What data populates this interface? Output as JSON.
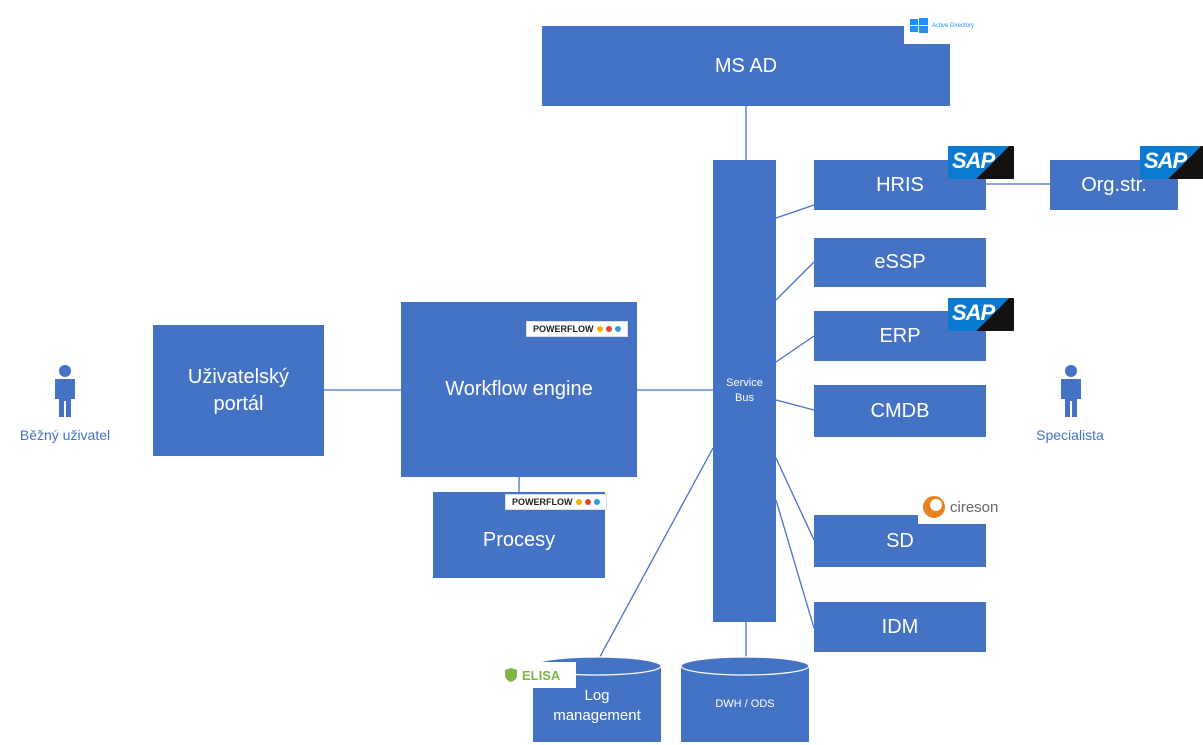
{
  "nodes": {
    "ms_ad": "MS AD",
    "hris": "HRIS",
    "org_str": "Org.str.",
    "essp": "eSSP",
    "erp": "ERP",
    "cmdb": "CMDB",
    "sd": "SD",
    "idm": "IDM",
    "service_bus": "Service\nBus",
    "workflow_engine": "Workflow engine",
    "uzivatelsky_portal": "Uživatelský\nportál",
    "procesy": "Procesy",
    "log_management": "Log\nmanagement",
    "dwh_ods": "DWH / ODS"
  },
  "actors": {
    "left": "Běžný uživatel",
    "right": "Specialista"
  },
  "logos": {
    "sap": "SAP",
    "powerflow": "POWERFLOW",
    "cireson": "cireson",
    "elisa": "ELISA",
    "active_directory": "Active Directory"
  },
  "colors": {
    "box": "#4472c4",
    "text": "#ffffff",
    "actor": "#4472c4",
    "sap_blue": "#0a7ad1",
    "cireson_orange": "#e8821e",
    "elisa_green": "#7fb547"
  }
}
